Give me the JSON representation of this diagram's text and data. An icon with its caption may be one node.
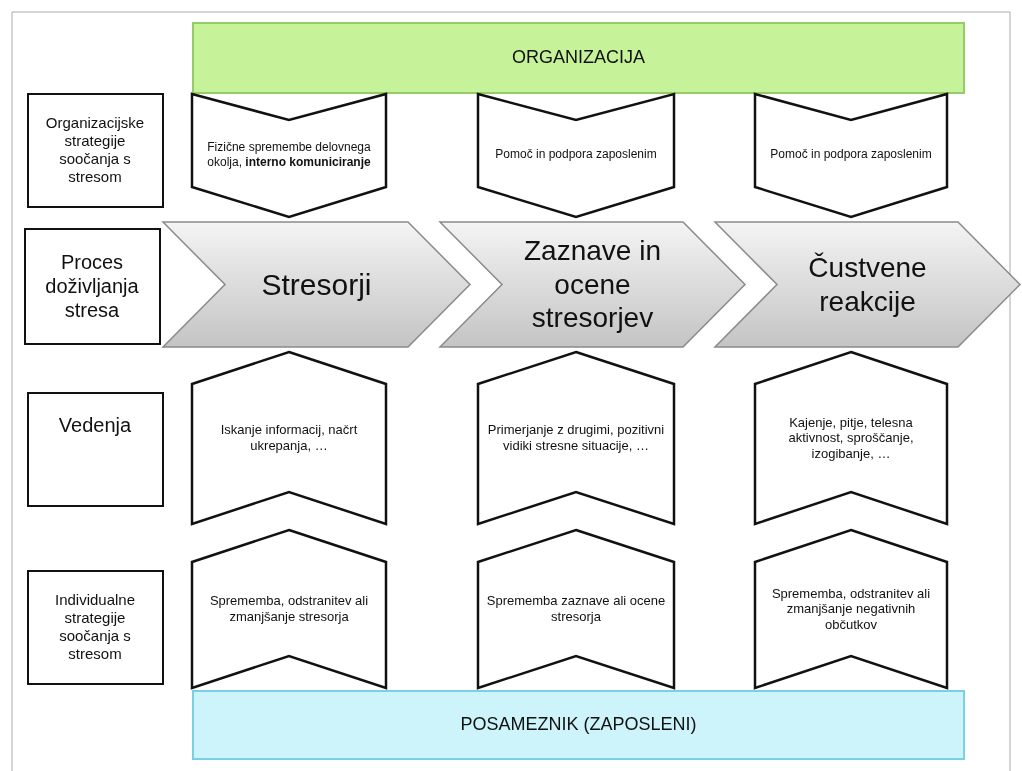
{
  "diagram": {
    "nodes": [
      {
        "text": [
          "ORGANIZACIJA"
        ]
      },
      {
        "text": [
          "Organizacijske strategije soočanja s stresom"
        ]
      },
      {
        "text": [
          "Fizične spremembe delovnega okolja, **interno komuniciranje**"
        ]
      },
      {
        "text": [
          "Pomoč in podpora zaposlenim"
        ]
      },
      {
        "text": [
          "Pomoč in podpora zaposlenim"
        ]
      },
      {
        "text": [
          "Proces doživljanja stresa"
        ]
      },
      {
        "text": [
          "Stresorji"
        ]
      },
      {
        "text": [
          "Zaznave in ocene stresorjev"
        ]
      },
      {
        "text": [
          "Čustvene reakcije"
        ]
      },
      {
        "text": [
          "Vedenja"
        ]
      },
      {
        "text": [
          "Iskanje informacij, načrt ukrepanja, …"
        ]
      },
      {
        "text": [
          "Primerjanje z drugimi, pozitivni vidiki stresne situacije, …"
        ]
      },
      {
        "text": [
          "Kajenje, pitje, telesna aktivnost, sproščanje, izogibanje, …"
        ]
      },
      {
        "text": [
          "Individualne strategije soočanja s stresom"
        ]
      },
      {
        "text": [
          "Sprememba, odstranitev ali zmanjšanje stresorja"
        ]
      },
      {
        "text": [
          "Sprememba zaznave ali ocene stresorja"
        ]
      },
      {
        "text": [
          "Sprememba, odstranitev ali zmanjšanje negativnih občutkov"
        ]
      },
      {
        "text": [
          "POSAMEZNIK (ZAPOSLENI)"
        ]
      }
    ]
  }
}
